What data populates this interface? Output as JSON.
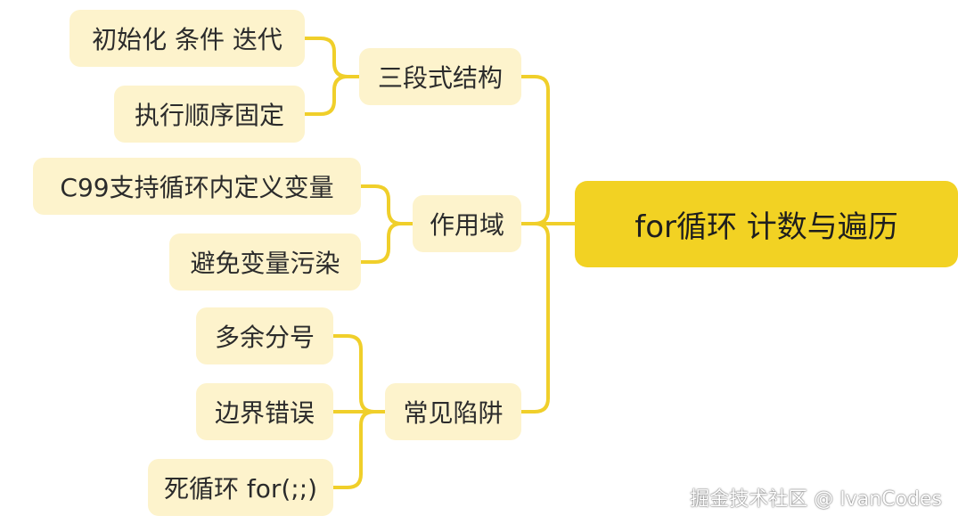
{
  "root": {
    "label": "for循环 计数与遍历"
  },
  "branches": [
    {
      "label": "三段式结构",
      "children": [
        "初始化 条件 迭代",
        "执行顺序固定"
      ]
    },
    {
      "label": "作用域",
      "children": [
        "C99支持循环内定义变量",
        "避免变量污染"
      ]
    },
    {
      "label": "常见陷阱",
      "children": [
        "多余分号",
        "边界错误",
        "死循环 for(;;)"
      ]
    }
  ],
  "watermark": "掘金技术社区 @ IvanCodes",
  "colors": {
    "root_fill": "#f2d223",
    "node_fill": "#fdf3cc",
    "connector": "#f0cf2a"
  }
}
